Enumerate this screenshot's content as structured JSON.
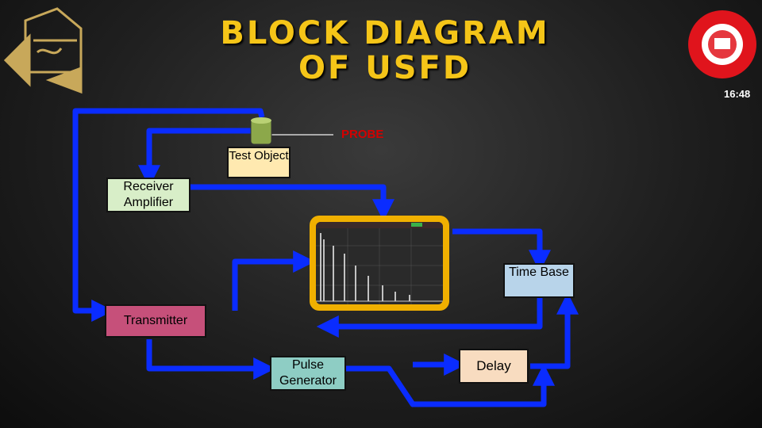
{
  "title": {
    "line1": "BLOCK DIAGRAM",
    "line2": "OF USFD"
  },
  "clock": "16:48",
  "probe": {
    "label": "PROBE"
  },
  "blocks": {
    "test_object": {
      "label": "Test Object",
      "color": "#ffe9b0"
    },
    "receiver_amplifier": {
      "label": "Receiver Amplifier",
      "color": "#d8eec8"
    },
    "time_base": {
      "label": "Time Base",
      "color": "#b8d4ea"
    },
    "transmitter": {
      "label": "Transmitter",
      "color": "#c6507a"
    },
    "pulse_generator": {
      "label": "Pulse Generator",
      "color": "#8ecdc4"
    },
    "delay": {
      "label": "Delay",
      "color": "#f8dcc0"
    }
  },
  "colors": {
    "wire": "#0a2cff",
    "title": "#f5c518",
    "screen_frame": "#f0b000",
    "probe_label": "#d40000"
  },
  "icons": {
    "left_logo": "railway-institute-logo",
    "right_logo": "indian-railways-seal"
  }
}
